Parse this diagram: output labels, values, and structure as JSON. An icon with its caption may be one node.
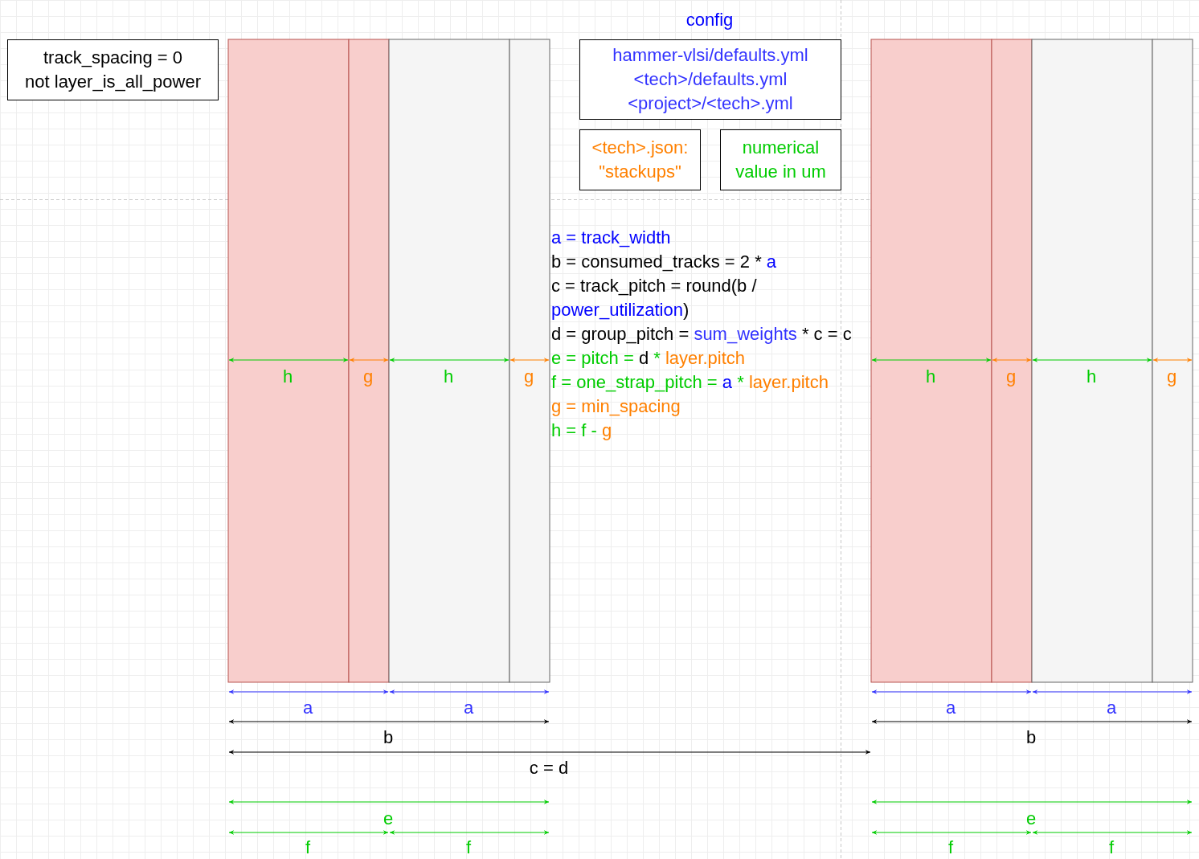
{
  "diagram": {
    "nodes": [
      {
        "text": [
          "track_spacing = 0",
          "not layer_is_all_power"
        ]
      },
      {
        "text": [
          "hammer-vlsi/defaults.yml",
          "<tech>/defaults.yml",
          "<project>/<tech>.yml"
        ]
      },
      {
        "text": [
          "<tech>.json: \"stackups\""
        ]
      },
      {
        "text": [
          "numerical value in um"
        ]
      }
    ],
    "labels": [
      "config",
      "a = track_width",
      "b = consumed_tracks = 2 *",
      "a",
      "c = track_pitch = round(b /",
      "power_utilization",
      ")",
      "d = group_pitch =",
      "sum_weights",
      "* c = c",
      "e = pitch =",
      "d",
      "*",
      "layer.pitch",
      "f = one_strap_pitch =",
      "a",
      "*",
      "layer.pitch",
      "g = min_spacing",
      "h = f -",
      "g",
      "h",
      "g",
      "h",
      "g",
      "h",
      "g",
      "h",
      "g",
      "a",
      "a",
      "a",
      "a",
      "b",
      "b",
      "c = d",
      "e",
      "e",
      "f",
      "f",
      "f",
      "f"
    ]
  }
}
